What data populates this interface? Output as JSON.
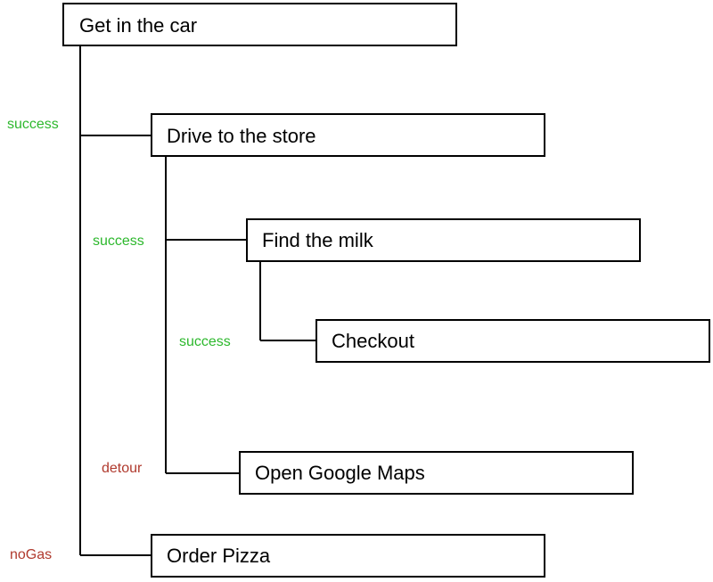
{
  "colors": {
    "success": "#2db82d",
    "failure": "#b03a2e"
  },
  "nodes": {
    "get_in_car": "Get in the car",
    "drive_to_store": "Drive to the store",
    "find_milk": "Find the milk",
    "checkout": "Checkout",
    "open_google_maps": "Open Google Maps",
    "order_pizza": "Order Pizza"
  },
  "edges": {
    "car_to_drive": {
      "label": "success",
      "status": "success"
    },
    "drive_to_find": {
      "label": "success",
      "status": "success"
    },
    "find_to_checkout": {
      "label": "success",
      "status": "success"
    },
    "drive_to_maps": {
      "label": "detour",
      "status": "failure"
    },
    "car_to_pizza": {
      "label": "noGas",
      "status": "failure"
    }
  }
}
